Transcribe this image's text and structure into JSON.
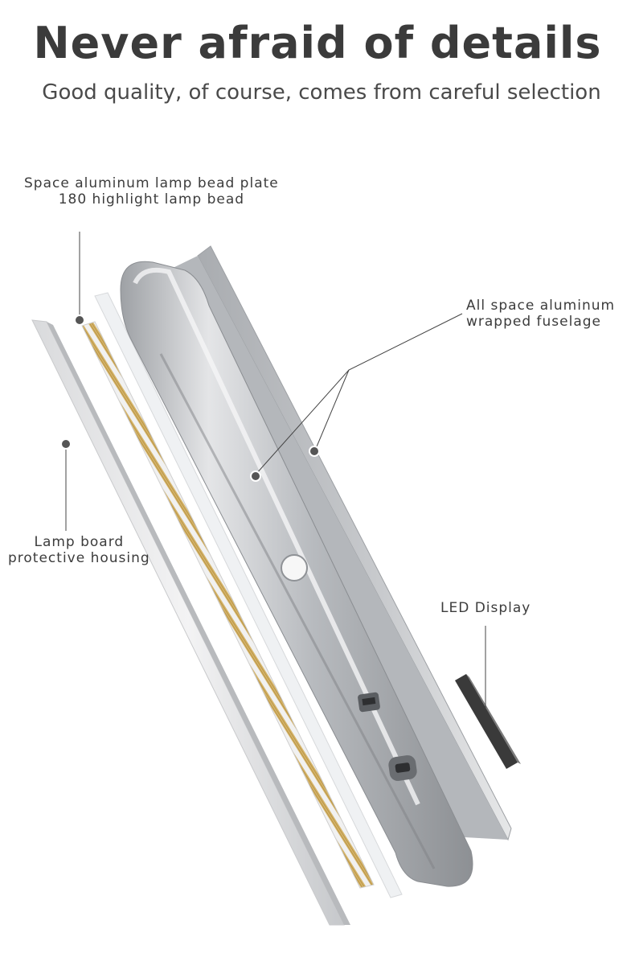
{
  "header": {
    "title": "Never afraid of details",
    "subtitle": "Good quality, of course, comes from careful selection"
  },
  "callouts": {
    "bead_plate": {
      "line1": "Space aluminum lamp bead plate",
      "line2": "180 highlight lamp bead"
    },
    "fuselage": {
      "line1": "All space aluminum",
      "line2": "wrapped fuselage"
    },
    "housing": {
      "line1": "Lamp board",
      "line2": "protective housing"
    },
    "display": {
      "line1": "LED Display"
    }
  },
  "colors": {
    "background": "#ffffff",
    "heading": "#3b3b3b",
    "aluminum": "#b9bcc0",
    "led_gold": "#d6b56a",
    "display_dark": "#3a3a3a"
  }
}
